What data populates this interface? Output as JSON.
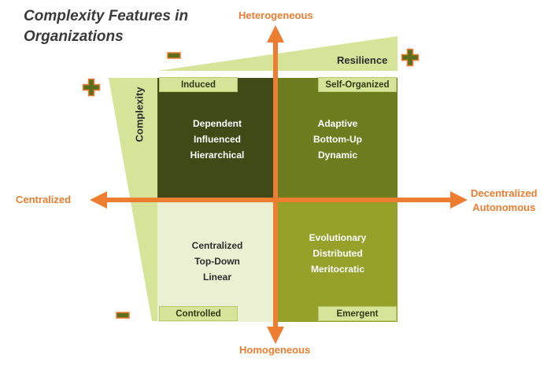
{
  "title_line1": "Complexity Features in",
  "title_line2": "Organizations",
  "axes": {
    "top": "Heterogeneous",
    "bottom": "Homogeneous",
    "left": "Centralized",
    "right_line1": "Decentralized",
    "right_line2": "Autonomous"
  },
  "wedges": {
    "resilience": "Resilience",
    "complexity": "Complexity"
  },
  "quadrants": {
    "top_left": {
      "tag": "Induced",
      "lines": [
        "Dependent",
        "Influenced",
        "Hierarchical"
      ]
    },
    "top_right": {
      "tag": "Self-Organized",
      "lines": [
        "Adaptive",
        "Bottom-Up",
        "Dynamic"
      ]
    },
    "bottom_left": {
      "tag": "Controlled",
      "lines": [
        "Centralized",
        "Top-Down",
        "Linear"
      ]
    },
    "bottom_right": {
      "tag": "Emergent",
      "lines": [
        "Evolutionary",
        "Distributed",
        "Meritocratic"
      ]
    }
  },
  "colors": {
    "accent_orange": "#ed7d31",
    "top_left": "#3f4a16",
    "top_right": "#6e7c20",
    "bottom_left": "#ebf0d2",
    "bottom_right": "#95a129",
    "wedge": "#d6e49a",
    "sign_green": "#5a6e1e"
  },
  "signs": {
    "resilience_low": "minus-sign",
    "resilience_high": "plus-sign",
    "complexity_high": "plus-sign",
    "complexity_low": "minus-sign"
  }
}
